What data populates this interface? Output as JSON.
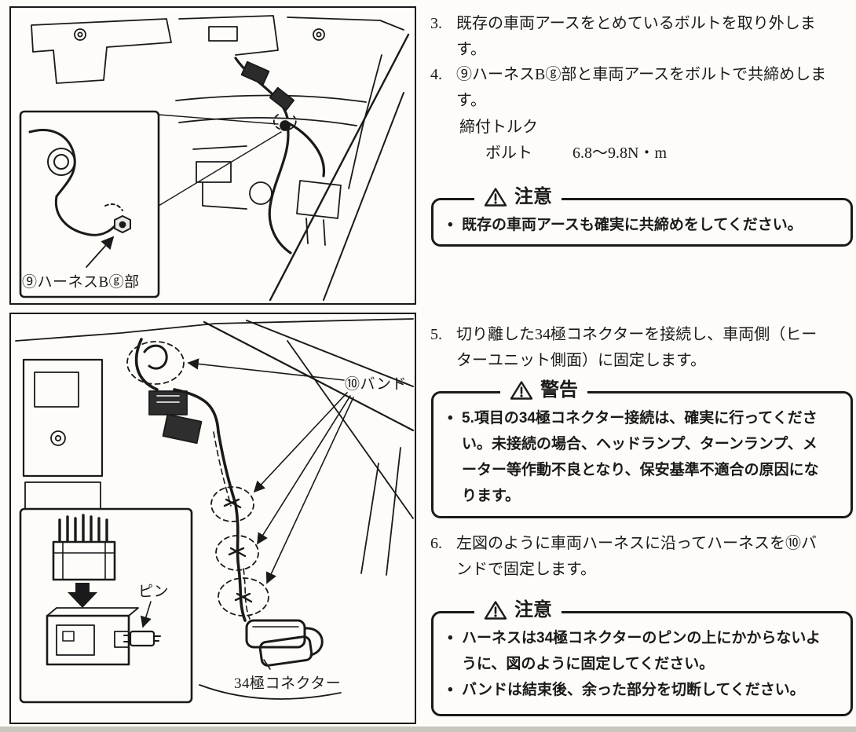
{
  "page": {
    "paper_color": "#fdfcf8",
    "ink_color": "#1a1a1a"
  },
  "figures": {
    "top": {
      "callout_label": "⑨ハーネスBⓖ部"
    },
    "bottom": {
      "band_label": "⑩バンド",
      "pin_label": "ピン",
      "connector_label": "34極コネクター"
    }
  },
  "steps": {
    "s3": {
      "num": "3.",
      "text": "既存の車両アースをとめているボルトを取り外します。"
    },
    "s4": {
      "num": "4.",
      "text": "⑨ハーネスBⓖ部と車両アースをボルトで共締めします。",
      "torque_heading": "締付トルク",
      "torque_item": "ボルト",
      "torque_value": "6.8～9.8N・m"
    },
    "s5": {
      "num": "5.",
      "text": "切り離した34極コネクターを接続し、車両側（ヒーターユニット側面）に固定します。"
    },
    "s6": {
      "num": "6.",
      "text": "左図のように車両ハーネスに沿ってハーネスを⑩バンドで固定します。"
    }
  },
  "notices": {
    "caution1": {
      "title": "注意",
      "items": [
        "既存の車両アースも確実に共締めをしてください。"
      ]
    },
    "warning1": {
      "title": "警告",
      "items": [
        "5.項目の34極コネクター接続は、確実に行ってください。未接続の場合、ヘッドランプ、ターンランプ、メーター等作動不良となり、保安基準不適合の原因になります。"
      ]
    },
    "caution2": {
      "title": "注意",
      "items": [
        "ハーネスは34極コネクターのピンの上にかからないように、図のように固定してください。",
        "バンドは結束後、余った部分を切断してください。"
      ]
    }
  }
}
